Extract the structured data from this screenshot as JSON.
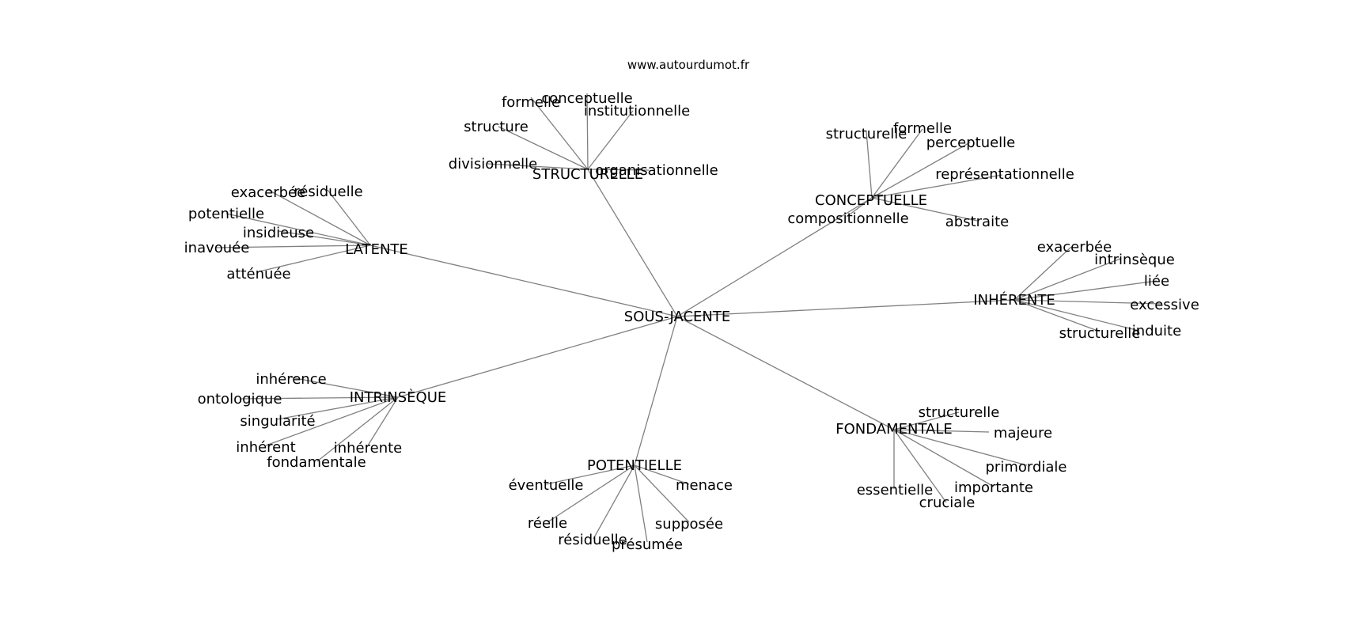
{
  "source": "www.autourdumot.fr",
  "colors": {
    "edge": "#808080",
    "text": "#000000",
    "background": "#ffffff"
  },
  "graph": {
    "center": "SOUS-JACENTE",
    "clusters": [
      {
        "label": "STRUCTURELLE",
        "leaves": [
          "formelle",
          "conceptuelle",
          "institutionnelle",
          "structure",
          "divisionnelle",
          "organisationnelle"
        ]
      },
      {
        "label": "CONCEPTUELLE",
        "leaves": [
          "structurelle",
          "formelle",
          "perceptuelle",
          "représentationnelle",
          "compositionnelle",
          "abstraite"
        ]
      },
      {
        "label": "LATENTE",
        "leaves": [
          "exacerbée",
          "résiduelle",
          "potentielle",
          "insidieuse",
          "inavouée",
          "atténuée"
        ]
      },
      {
        "label": "INHÉRENTE",
        "leaves": [
          "exacerbée",
          "intrinsèque",
          "liée",
          "excessive",
          "structurelle",
          "induite"
        ]
      },
      {
        "label": "INTRINSÈQUE",
        "leaves": [
          "inhérence",
          "ontologique",
          "singularité",
          "inhérent",
          "inhérente",
          "fondamentale"
        ]
      },
      {
        "label": "FONDAMENTALE",
        "leaves": [
          "structurelle",
          "majeure",
          "primordiale",
          "importante",
          "essentielle",
          "cruciale"
        ]
      },
      {
        "label": "POTENTIELLE",
        "leaves": [
          "éventuelle",
          "menace",
          "réelle",
          "supposée",
          "résiduelle",
          "présumée"
        ]
      }
    ]
  }
}
